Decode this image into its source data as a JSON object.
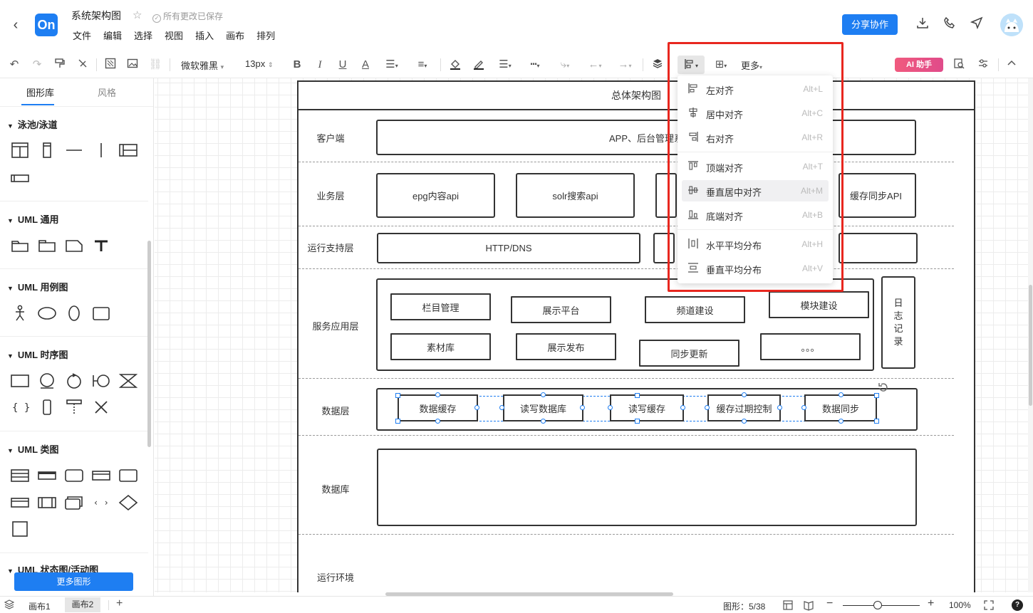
{
  "header": {
    "logo_text": "On",
    "title": "系统架构图",
    "save_status": "所有更改已保存",
    "menu": [
      "文件",
      "编辑",
      "选择",
      "视图",
      "插入",
      "画布",
      "排列"
    ],
    "share_label": "分享协作"
  },
  "toolbar": {
    "font": "微软雅黑",
    "font_size": "13px",
    "more_label": "更多",
    "ai_label": "AI 助手"
  },
  "sidebar": {
    "tabs": [
      "图形库",
      "风格"
    ],
    "categories": [
      "泳池/泳道",
      "UML 通用",
      "UML 用例图",
      "UML 时序图",
      "UML 类图",
      "UML 状态图/活动图"
    ],
    "more_shapes": "更多图形"
  },
  "diagram": {
    "title": "总体架构图",
    "lanes": [
      "客户端",
      "业务层",
      "运行支持层",
      "服务应用层",
      "数据层",
      "数据库",
      "运行环境"
    ],
    "client_box": "APP、后台管理系",
    "business_boxes": [
      "epg内容api",
      "solr搜索api",
      "缓存同步API"
    ],
    "runtime_box": "HTTP/DNS",
    "service_boxes": [
      "栏目管理",
      "展示平台",
      "频道建设",
      "模块建设",
      "素材库",
      "展示发布",
      "同步更新",
      "。。。"
    ],
    "log_box": "日志记录",
    "data_boxes": [
      "数据缓存",
      "读写数据库",
      "读写缓存",
      "缓存过期控制",
      "数据同步"
    ]
  },
  "align_menu": {
    "items": [
      {
        "label": "左对齐",
        "key": "Alt+L",
        "icon": "align-left-icon"
      },
      {
        "label": "居中对齐",
        "key": "Alt+C",
        "icon": "align-center-icon"
      },
      {
        "label": "右对齐",
        "key": "Alt+R",
        "icon": "align-right-icon"
      },
      {
        "label": "顶端对齐",
        "key": "Alt+T",
        "icon": "align-top-icon"
      },
      {
        "label": "垂直居中对齐",
        "key": "Alt+M",
        "icon": "align-middle-icon"
      },
      {
        "label": "底端对齐",
        "key": "Alt+B",
        "icon": "align-bottom-icon"
      },
      {
        "label": "水平平均分布",
        "key": "Alt+H",
        "icon": "distribute-horizontal-icon"
      },
      {
        "label": "垂直平均分布",
        "key": "Alt+V",
        "icon": "distribute-vertical-icon"
      }
    ],
    "highlighted_index": 4
  },
  "statusbar": {
    "pages": [
      "画布1",
      "画布2"
    ],
    "active_page": "画布2",
    "shape_count": "图形：5/38",
    "zoom": "100%"
  },
  "colors": {
    "accent": "#1e7ef2",
    "highlight_frame": "#e8271f"
  }
}
